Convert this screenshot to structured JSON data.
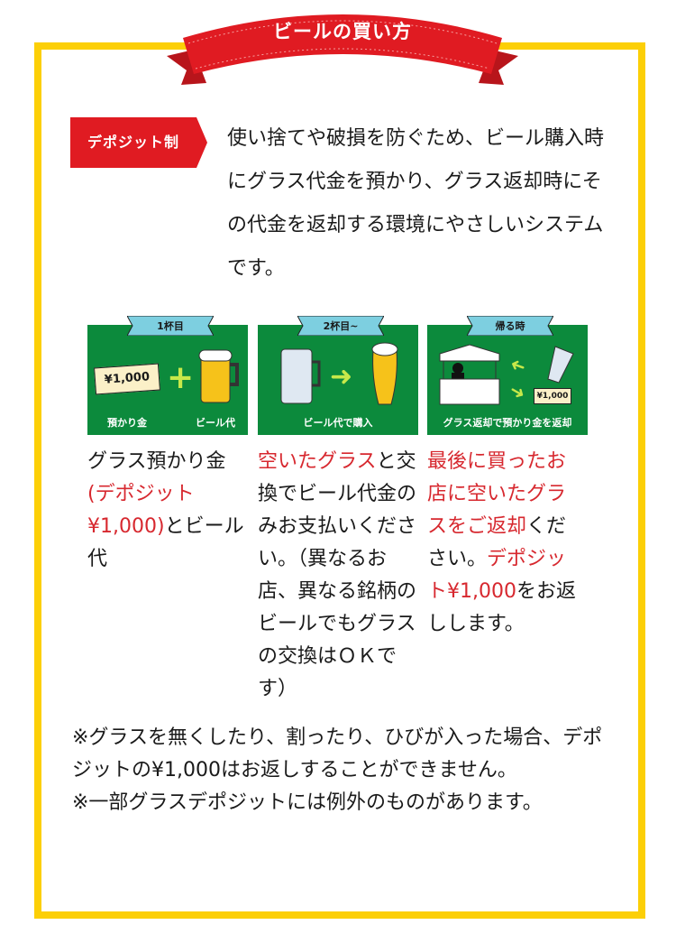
{
  "banner": {
    "title": "ビールの買い方",
    "color": "#e01b22"
  },
  "frame": {
    "border_color": "#fccf07"
  },
  "deposit_tag": {
    "label": "デポジット制",
    "color": "#e01b22"
  },
  "intro": {
    "text": "使い捨てや破損を防ぐため、ビール購入時にグラス代金を預かり、グラス返却時にその代金を返却する環境にやさしいシステムです。"
  },
  "steps": [
    {
      "caption": "1杯目",
      "ticket": "¥1,000",
      "left_label": "預かり金",
      "right_label": "ビール代",
      "desc": {
        "plain1": "グラス預かり金",
        "red1": "(デポジット¥1,000)",
        "plain2": "とビール代"
      }
    },
    {
      "caption": "2杯目~",
      "bottom_label": "ビール代で購入",
      "desc": {
        "red1": "空いたグラス",
        "plain1": "と交換でビール代金のみお支払いください。（異なるお店、異なる銘柄のビールでもグラスの交換はＯＫです）"
      }
    },
    {
      "caption": "帰る時",
      "ticket": "¥1,000",
      "bottom_label": "グラス返却で預かり金を返却",
      "desc": {
        "red1": "最後に買ったお店に空いたグラスをご返却",
        "plain1": "ください。",
        "red2": "デポジット¥1,000",
        "plain2": "をお返しします。"
      }
    }
  ],
  "notes": [
    "※グラスを無くしたり、割ったり、ひびが入った場合、デポジットの¥1,000はお返しすることができません。",
    "※一部グラスデポジットには例外のものがあります。"
  ],
  "colors": {
    "accent_red": "#d7282f",
    "panel_green": "#0c8a3c",
    "caption_blue": "#7dcfe0"
  }
}
